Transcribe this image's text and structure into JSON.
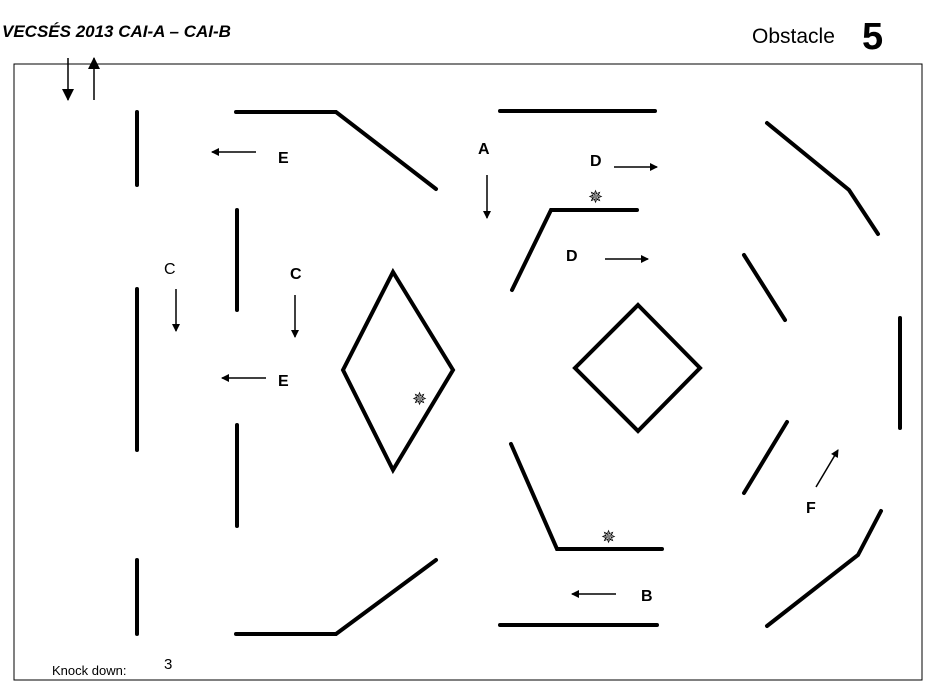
{
  "header": {
    "title": "VECSÉS 2013  CAI-A – CAI-B",
    "obstacle_label": "Obstacle",
    "obstacle_number": "5"
  },
  "footer": {
    "knock_down_label": "Knock down:",
    "knock_down_value": "3"
  },
  "labels": {
    "a": "A",
    "b": "B",
    "c1": "C",
    "c2": "C",
    "d1": "D",
    "d2": "D",
    "e1": "E",
    "e2": "E",
    "f": "F"
  },
  "icons": {
    "knockdown_marker": "✵"
  }
}
